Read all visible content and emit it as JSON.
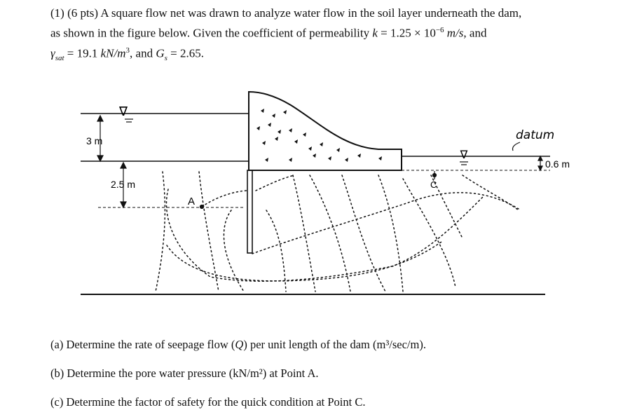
{
  "problem": {
    "number": "(1)",
    "points": "(6 pts)",
    "text_1": "A square flow net was drawn to analyze water flow in the soil layer underneath the dam,",
    "text_2": "as shown in the figure below. Given the coefficient of permeability",
    "k_symbol": "k",
    "k_value": "= 1.25 × 10",
    "k_exp": "−6",
    "k_unit": "m/s",
    "and_1": ", and",
    "gamma": "γ",
    "gamma_sub": "sat",
    "gamma_value": "= 19.1",
    "gamma_unit": "kN/m",
    "gamma_unit_exp": "3",
    "and_2": ", and",
    "gs": "G",
    "gs_sub": "s",
    "gs_value": "= 2.65."
  },
  "figure": {
    "label_3m": "3 m",
    "label_25m": "2.5 m",
    "label_06m": "0.6 m",
    "label_A": "A",
    "label_C": "C",
    "label_datum": "datum",
    "water_symbol": "∇"
  },
  "questions": {
    "a": {
      "prefix": "(a) Determine the rate of seepage flow (",
      "var": "Q",
      "suffix": ") per unit length of the dam (m³/sec/m)."
    },
    "b": "(b) Determine the pore water pressure (kN/m²) at Point A.",
    "c": "(c) Determine the factor of safety for the quick condition at Point C."
  },
  "colors": {
    "ink": "#111111",
    "background": "#ffffff"
  }
}
